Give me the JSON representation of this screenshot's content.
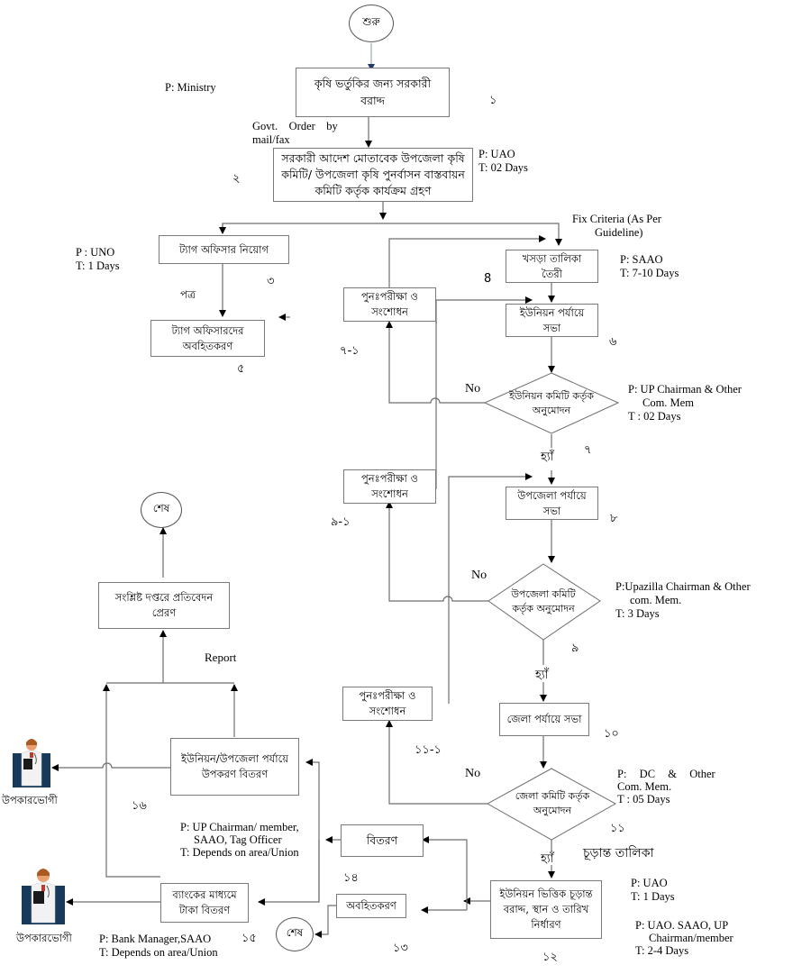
{
  "start": "শুরু",
  "end": "শেষ",
  "steps": {
    "s1": {
      "text": "কৃষি ভর্তুকির জন্য সরকারী বরাদ্দ",
      "number": "১",
      "person": "P: Ministry"
    },
    "s2": {
      "text": "সরকারী আদেশ মোতাবেক উপজেলা কৃষি কমিটি/ উপজেলা কৃষি পুনর্বাসন বাস্তবায়ন কমিটি কর্তৃক কার্যক্রম গ্রহণ",
      "number": "২",
      "person": "P: UAO",
      "time": "T: 02 Days"
    },
    "s3": {
      "text": "ট্যাগ অফিসার নিয়োগ",
      "number": "৩",
      "person": "P : UNO",
      "time": "T: 1 Days"
    },
    "s4": {
      "text": "খসড়া তালিকা তৈরী",
      "number": "8",
      "person": "P: SAAO",
      "time": "T: 7-10 Days"
    },
    "s5": {
      "text": "ট্যাগ অফিসারদের অবহিতকরণ",
      "number": "৫"
    },
    "s6": {
      "text": "ইউনিয়ন পর্যায়ে সভা",
      "number": "৬"
    },
    "s7": {
      "text": "ইউনিয়ন কমিটি কর্তৃক অনুমোদন",
      "number": "৭",
      "person": "P: UP Chairman & Other",
      "person2": "Com. Mem",
      "time": "T : 02 Days"
    },
    "s7_1": {
      "text": "পুনঃপরীক্ষা ও সংশোধন",
      "number": "৭-১"
    },
    "s8": {
      "text": "উপজেলা পর্যায়ে সভা",
      "number": "৮"
    },
    "s9": {
      "text": "উপজেলা কমিটি কর্তৃক অনুমোদন",
      "number": "৯",
      "person": "P:Upazilla Chairman & Other",
      "person2": "com. Mem.",
      "time": "T: 3 Days"
    },
    "s9_1": {
      "text": "পুনঃপরীক্ষা ও সংশোধন",
      "number": "৯-১"
    },
    "s10": {
      "text": "জেলা পর্যায়ে সভা",
      "number": "১০"
    },
    "s11": {
      "text": "জেলা কমিটি কর্তৃক অনুমোদন",
      "number": "১১",
      "person": "P:  DC  &  Other",
      "person2": "Com. Mem.",
      "time": "T : 05 Days"
    },
    "s11_1": {
      "text": "পুনঃপরীক্ষা ও সংশোধন",
      "number": "১১-১"
    },
    "s12": {
      "text": "ইউনিয়ন ভিত্তিক চূড়ান্ত বরাদ্দ, স্থান ও তারিখ নির্ধারণ",
      "number": "১২",
      "person": "P: UAO",
      "time": "T: 1 Days",
      "person_b": "P: UAO. SAAO, UP",
      "person_b2": "Chairman/member",
      "time_b": "T: 2-4 Days"
    },
    "s13": {
      "text": "অবহিতকরণ",
      "number": "১৩"
    },
    "s14": {
      "text": "বিতরণ",
      "number": "১৪",
      "person": "P: UP Chairman/ member,",
      "person2": "SAAO, Tag Officer",
      "time": "T: Depends on area/Union"
    },
    "s15": {
      "text": "ব্যাংকের মাধ্যমে টাকা বিতরণ",
      "number": "১৫",
      "person": "P: Bank Manager,SAAO",
      "time": "T: Depends on area/Union"
    },
    "s16": {
      "text": "ইউনিয়ন/উপজেলা পর্যায়ে উপকরণ বিতরণ",
      "number": "১৬"
    },
    "report_box": {
      "text": "সংশ্লিষ্ট দপ্তরে প্রতিবেদন প্রেরণ"
    }
  },
  "labels": {
    "govt_order": "Govt.    Order    by",
    "govt_order2": "mail/fax",
    "fix_criteria": "Fix Criteria (As Per",
    "fix_criteria2": "Guideline)",
    "patra": "পত্র",
    "no": "No",
    "yes": "হ্যাঁ",
    "final_list": "চূড়ান্ত তালিকা",
    "report": "Report",
    "beneficiary": "উপকারভোগী"
  },
  "colors": {
    "line": "#6e6e6e",
    "start_arrow": "#1f3a6b",
    "icon_bg": "#173a5a"
  }
}
